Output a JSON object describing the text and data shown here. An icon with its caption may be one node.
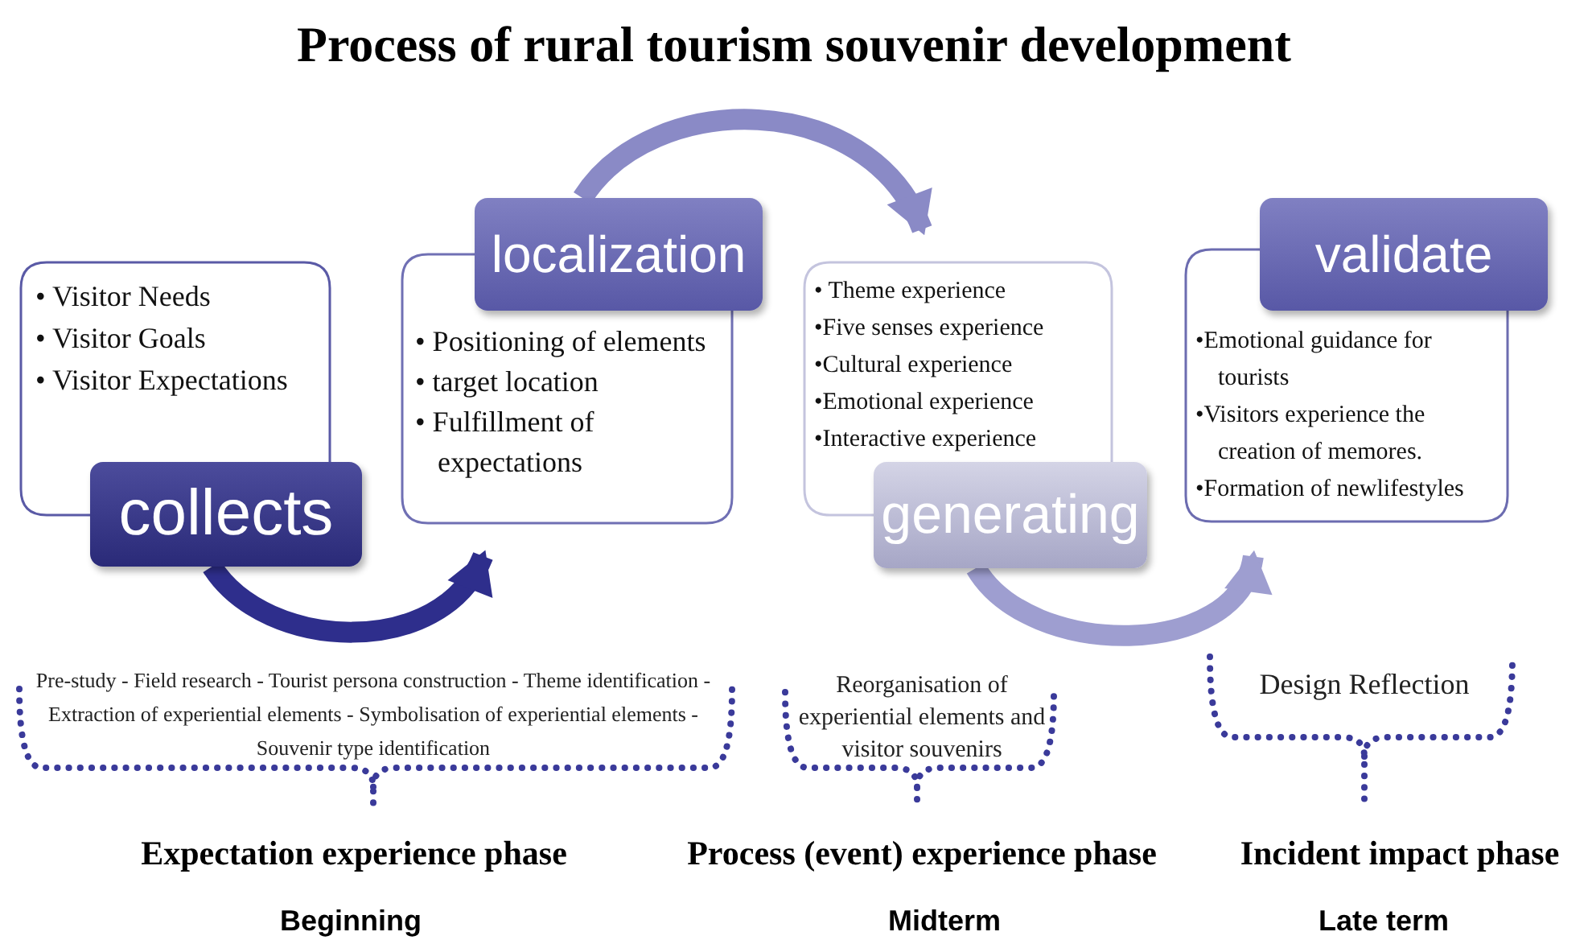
{
  "diagram": {
    "title": "Process of rural tourism souvenir development",
    "nodes": [
      {
        "text": [
          "collects",
          "• Visitor Needs",
          "• Visitor Goals",
          "• Visitor Expectations"
        ]
      },
      {
        "text": [
          "localization",
          "• Positioning of elements",
          "• target location",
          "• Fulfillment of expectations"
        ]
      },
      {
        "text": [
          "generating",
          "• Theme experience",
          "•Five senses experience",
          "•Cultural experience",
          "•Emotional experience",
          "•Interactive experience"
        ]
      },
      {
        "text": [
          "validate",
          "•Emotional guidance for tourists",
          "•Visitors experience the creation of memores.",
          "•Formation of newlifestyles"
        ]
      }
    ],
    "edges": [
      {
        "from": 0,
        "to": 1,
        "arrow": "to",
        "color": "#2e2e8c"
      },
      {
        "from": 1,
        "to": 2,
        "arrow": "to",
        "color": "#8a8ac6"
      },
      {
        "from": 2,
        "to": 3,
        "arrow": "to",
        "color": "#9e9ed0"
      }
    ],
    "labels": [
      "Pre-study - Field research - Tourist persona construction - Theme identification - Extraction of experiential elements - Symbolisation of experiential elements - Souvenir type identification",
      "Reorganisation of experiential elements and visitor souvenirs",
      "Design Reflection",
      "Expectation experience phase",
      "Process (event) experience phase",
      "Incident impact phase",
      "Beginning",
      "Midterm",
      "Late term"
    ]
  }
}
